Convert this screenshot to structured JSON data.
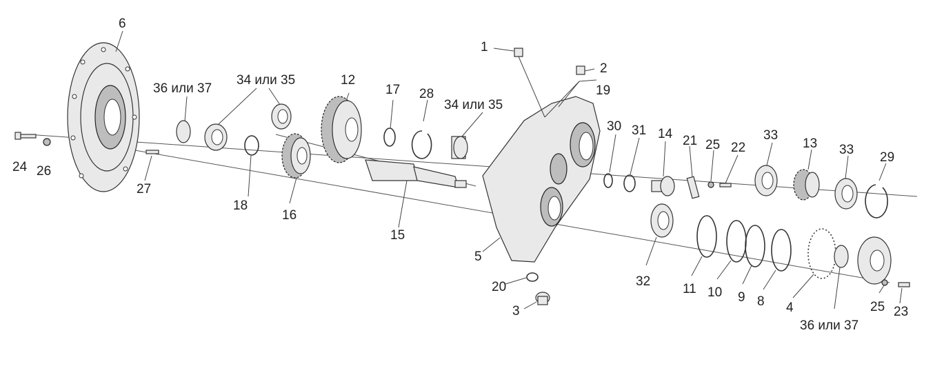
{
  "labels": {
    "l1": "1",
    "l2": "2",
    "l3": "3",
    "l4": "4",
    "l5": "5",
    "l6": "6",
    "l8": "8",
    "l9": "9",
    "l10": "10",
    "l11": "11",
    "l12": "12",
    "l13": "13",
    "l14": "14",
    "l15": "15",
    "l16": "16",
    "l17": "17",
    "l18": "18",
    "l19": "19",
    "l20": "20",
    "l21": "21",
    "l22": "22",
    "l23": "23",
    "l24": "24",
    "l25a": "25",
    "l25b": "25",
    "l26": "26",
    "l27": "27",
    "l28": "28",
    "l29": "29",
    "l30": "30",
    "l31": "31",
    "l32": "32",
    "l33a": "33",
    "l33b": "33",
    "l34a": "34 или 35",
    "l34b": "34 или 35",
    "l36a": "36 или 37",
    "l36b": "36 или 37"
  }
}
